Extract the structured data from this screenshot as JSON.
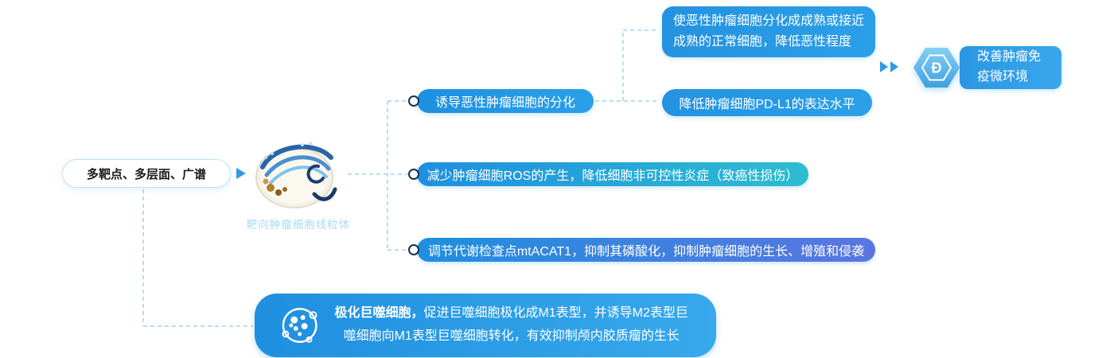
{
  "source": {
    "label": "多靶点、多层面、广谱"
  },
  "mitochondria": {
    "caption": "靶向肿瘤细胞线粒体",
    "icon": "mitochondria-cell-illustration"
  },
  "branches": [
    {
      "label": "诱导恶性肿瘤细胞的分化"
    },
    {
      "label": "减少肿瘤细胞ROS的产生，降低细胞非可控性炎症（致癌性损伤）"
    },
    {
      "label": "调节代谢检查点mtACAT1，抑制其磷酸化，抑制肿瘤细胞的生长、增殖和侵袭"
    }
  ],
  "outcomes": [
    {
      "label": "使恶性肿瘤细胞分化成成熟或接近成熟的正常细胞，降低恶性程度"
    },
    {
      "label": "降低肿瘤细胞PD-L1的表达水平"
    }
  ],
  "result": {
    "label": "改善肿瘤免疫微环境",
    "icon": "hexagon-d-icon"
  },
  "macrophage": {
    "lead": "极化巨噬细胞，",
    "rest": "促进巨噬细胞极化成M1表型，并诱导M2表型巨噬细胞向M1表型巨噬细胞转化，有效抑制颅内胶质瘤的生长",
    "icon": "macrophage-cell-icon"
  },
  "colors": {
    "primary_blue": "#1f8fdf",
    "teal": "#2ebdd0",
    "indigo": "#5b75e0",
    "connector_blue": "#9ed4f2",
    "caption_blue": "#a9d9f5",
    "arrow_blue": "#2e9be6"
  }
}
